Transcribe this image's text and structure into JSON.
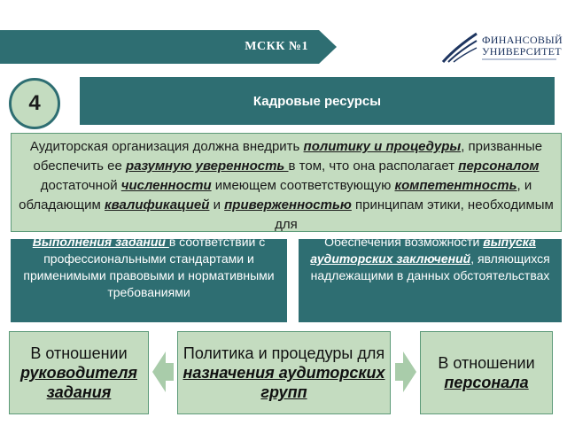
{
  "header": {
    "banner_text": "МСКК №1"
  },
  "logo": {
    "line1": "ФИНАНСОВЫЙ",
    "line2": "УНИВЕРСИТЕТ"
  },
  "section": {
    "number": "4",
    "title": "Кадровые ресурсы"
  },
  "main": {
    "t1": "Аудиторская организация должна внедрить ",
    "e1": "политику и процедуры",
    "t2": ", призванные обеспечить ее ",
    "e2": "разумную уверенность ",
    "t3": "в том, что она располагает ",
    "e3": "персоналом",
    "t4": " достаточной ",
    "e4": "численности",
    "t5": " имеющем соответствующую ",
    "e5": "компетентность",
    "t6": ", и обладающим ",
    "e6": "квалификацией",
    "t7": " и ",
    "e7": "приверженностью",
    "t8": " принципам этики, необходимым для"
  },
  "left_block": {
    "e1": "Выполнения заданий ",
    "t1": "в соответствии с профессиональными стандартами и применимыми правовыми и нормативными требованиями"
  },
  "right_block": {
    "t1": "Обеспечения возможности ",
    "e1": "выпуска аудиторских заключений",
    "t2": ", являющихся надлежащими в данных обстоятельствах"
  },
  "bottom": {
    "left_t": "В отношении ",
    "left_e": "руководителя задания",
    "mid_t": "Политика и процедуры для ",
    "mid_e": "назначения аудиторских групп",
    "right_t": "В отношении ",
    "right_e": "персонала"
  },
  "colors": {
    "teal": "#2e6e72",
    "light_green": "#c4dcc0",
    "arrow": "#a9ccaa",
    "logo_blue": "#1e3560"
  }
}
